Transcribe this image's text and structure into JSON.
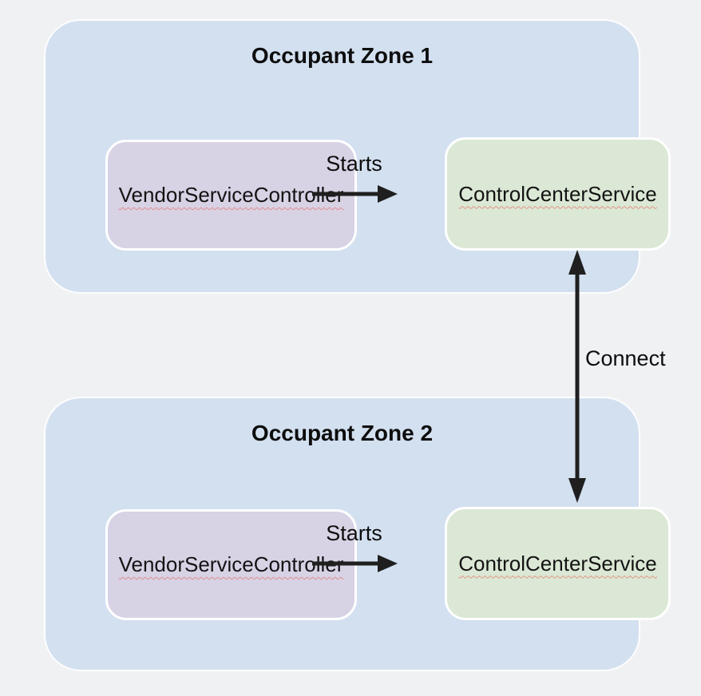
{
  "diagram": {
    "zones": [
      {
        "title": "Occupant Zone 1",
        "controller_label": "VendorServiceController",
        "service_label": "ControlCenterService",
        "starts_edge_label": "Starts"
      },
      {
        "title": "Occupant Zone 2",
        "controller_label": "VendorServiceController",
        "service_label": "ControlCenterService",
        "starts_edge_label": "Starts"
      }
    ],
    "connect_edge_label": "Connect",
    "colors": {
      "page_background": "#f0f1f3",
      "zone_fill": "#d3e0f0",
      "controller_fill": "#d8d2e5",
      "service_fill": "#dbe8d5",
      "box_border": "#ffffff",
      "arrow": "#1f1f1f",
      "text": "#0d0d0d",
      "spellcheck_underline": "#e3776c"
    }
  }
}
